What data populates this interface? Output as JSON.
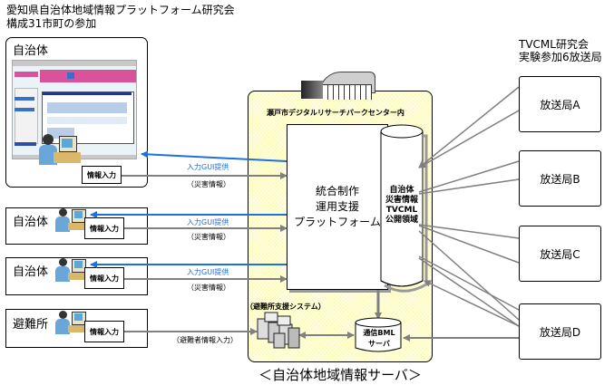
{
  "header": {
    "title_line1": "愛知県自治体地域情報プラットフォーム研究会",
    "title_line2": "構成31市町の参加"
  },
  "municipalities": [
    {
      "label": "自治体",
      "input_label": "情報入力",
      "gui_label": "入力GUI提供",
      "data_label": "（災害情報）"
    },
    {
      "label": "自治体",
      "input_label": "情報入力",
      "gui_label": "入力GUI提供",
      "data_label": "（災害情報）"
    },
    {
      "label": "自治体",
      "input_label": "情報入力",
      "gui_label": "入力GUI提供",
      "data_label": "（災害情報）"
    },
    {
      "label": "避難所",
      "input_label": "情報入力",
      "data_label": "（避難者情報入力）"
    }
  ],
  "server": {
    "location_label": "瀬戸市デジタルリサーチパークセンター内",
    "platform_lines": [
      "統合制作",
      "運用支援",
      "プラットフォーム"
    ],
    "public_area_lines": [
      "自治体",
      "災害情報",
      "TVCML",
      "公開領域"
    ],
    "shelter_system_label": "（避難所支援システム）",
    "bml_server_lines": [
      "通信BML",
      "サーバ"
    ],
    "caption": "＜自治体地域情報サーバ＞"
  },
  "broadcasters": {
    "header_line1": "TVCML研究会",
    "header_line2": "実験参加6放送局",
    "stations": [
      "放送局A",
      "放送局B",
      "放送局C",
      "放送局D"
    ]
  },
  "colors": {
    "gui_arrow": "#1f6fe0",
    "data_arrow": "#808080",
    "panel_fill": "#fdfbb8"
  }
}
